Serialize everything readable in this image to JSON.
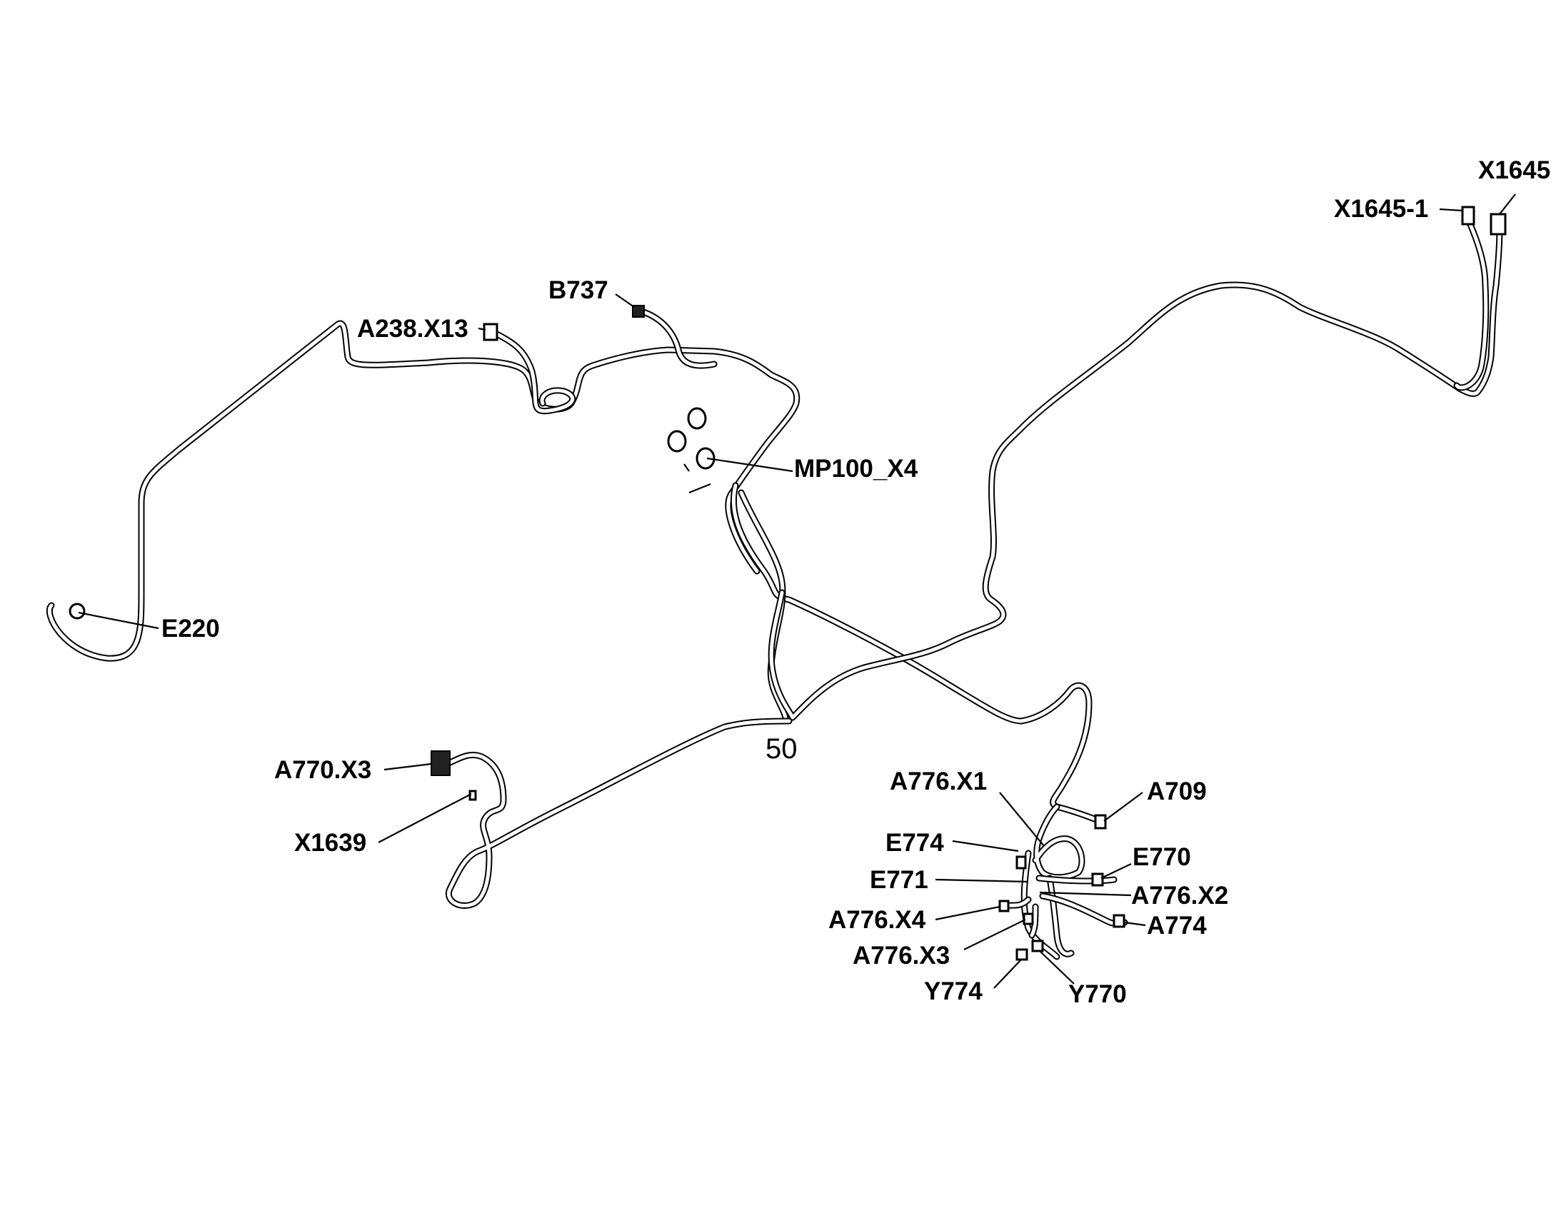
{
  "diagram": {
    "labels": {
      "x1645": "X1645",
      "x1645_1": "X1645-1",
      "b737": "B737",
      "a238_x13": "A238.X13",
      "mp100_x4": "MP100_X4",
      "e220": "E220",
      "num_50": "50",
      "a770_x3": "A770.X3",
      "x1639": "X1639",
      "a776_x1": "A776.X1",
      "a709": "A709",
      "e774": "E774",
      "e770": "E770",
      "e771": "E771",
      "a776_x2": "A776.X2",
      "a776_x4": "A776.X4",
      "a774": "A774",
      "a776_x3": "A776.X3",
      "y774": "Y774",
      "y770": "Y770"
    }
  }
}
